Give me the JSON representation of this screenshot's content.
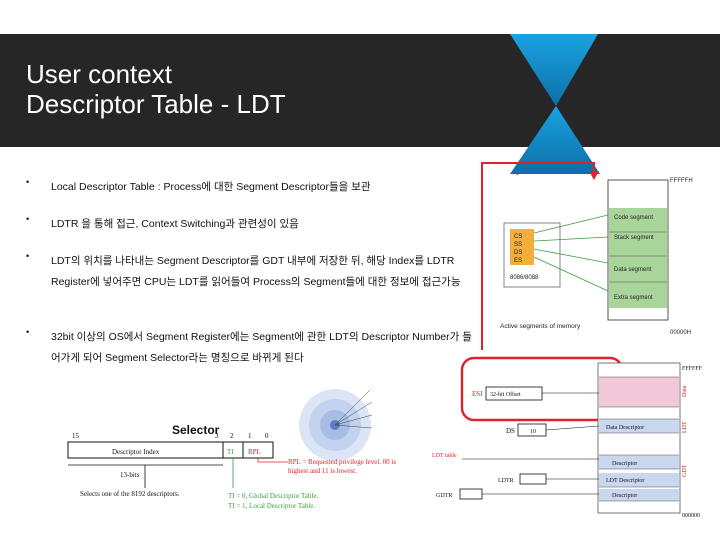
{
  "slide": {
    "title_line1": "User context",
    "title_line2": "Descriptor Table - LDT"
  },
  "bullets": [
    "Local Descriptor Table : Process에 대한 Segment Descriptor들을 보관",
    "LDTR 을 통해 접근, Context Switching과 관련성이 있음",
    "LDT의 위치를 나타내는 Segment Descriptor를 GDT 내부에 저장한 뒤, 해당 Index를 LDTR Register에 넣어주면 CPU는 LDT를 읽어들여 Process의 Segment들에 대한 정보에 접근가능",
    "32bit 이상의 OS에서 Segment Register에는 Segment에 관한 LDT의 Descriptor Number가 들어가게 되어 Segment Selector라는 명칭으로 바뀌게 된다"
  ],
  "memory_diagram": {
    "top_addr": "FFFFFH",
    "bottom_addr": "00000H",
    "registers": [
      "CS",
      "SS",
      "DS",
      "ES"
    ],
    "cpu_label": "8086/8088",
    "segments": [
      "Code segment",
      "Stack segment",
      "Data segment",
      "Extra segment"
    ],
    "caption": "Active segments of memory"
  },
  "selector_diagram": {
    "title": "Selector",
    "bit_15": "15",
    "bit_3": "3",
    "bit_2": "2",
    "bit_1": "1",
    "bit_0": "0",
    "index_label": "Descriptor Index",
    "ti_label": "TI",
    "rpl_label": "RPL",
    "bits_label": "13-bits",
    "selects_note": "Selects one of the 8192 descriptors.",
    "rpl_note": "RPL = Requested privilege level. 00 is highest and 11 is lowest.",
    "ti_note_1": "TI = 0, Global Descriptor Table.",
    "ti_note_2": "TI = 1, Local Descriptor Table."
  },
  "ldt_diagram": {
    "top_addr": "FFFFFF",
    "bottom_addr": "000000",
    "esi_label": "ESI",
    "offset_label": "32-bit Offset",
    "ds_label": "DS",
    "ds_value": "10",
    "data_descriptor": "Data Descriptor",
    "ldt_table_label": "LDT table",
    "descriptor": "Descriptor",
    "ldt_descriptor": "LDT Descriptor",
    "ldtr_label": "LDTR",
    "gdtr_label": "GDTR",
    "data_side": "Data",
    "ldt_side": "LDT",
    "gdt_side": "GDT"
  },
  "colors": {
    "header_bg": "#262626",
    "accent_blue": "#1c9cd8",
    "highlight_red": "#e0202a",
    "segment_green": "#3c9e3c"
  }
}
